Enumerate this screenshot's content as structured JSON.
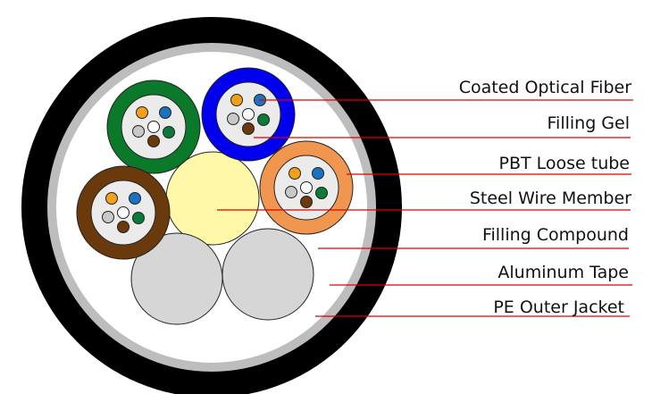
{
  "labels": [
    {
      "text": "Coated Optical Fiber"
    },
    {
      "text": "Filling Gel"
    },
    {
      "text": "PBT Loose tube"
    },
    {
      "text": "Steel Wire Member"
    },
    {
      "text": "Filling Compound"
    },
    {
      "text": "Aluminum Tape"
    },
    {
      "text": "PE Outer Jacket"
    }
  ],
  "colors": {
    "jacket": "#000000",
    "tape": "#bdbdbd",
    "compound": "#ffffff",
    "gel": "#ebebeb",
    "steel": "#fff8a8",
    "filler": "#d6d6d6",
    "leader": "#e00000",
    "tubes": [
      "#0a7a2a",
      "#0000ee",
      "#6b3a0c",
      "#f0964f"
    ],
    "fibers": [
      "#f5a01a",
      "#1a72c0",
      "#ffffff",
      "#c8c8c8",
      "#0a7a3a",
      "#6b3a0c"
    ]
  }
}
